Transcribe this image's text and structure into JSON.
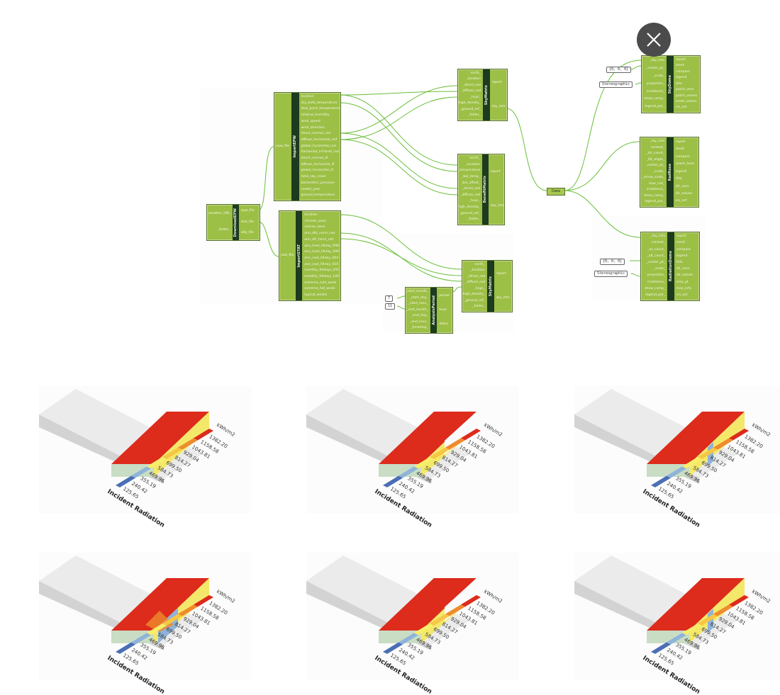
{
  "close_icon": "close-icon",
  "colors": {
    "component_green": "#9cbf45",
    "component_band": "#1d3b1f",
    "wire_green": "#6abf3a",
    "gradient": [
      "#4a6fb5",
      "#8fb3d9",
      "#f7ee6a",
      "#f6c744",
      "#ef8b2c",
      "#dd2b1c"
    ]
  },
  "components": {
    "download_epw": {
      "title": "DownloadEPW",
      "inputs": [
        "_weather_URL",
        "_folder_"
      ],
      "outputs": [
        "epw_file",
        "stat_file",
        "ddy_file"
      ]
    },
    "import_epw": {
      "title": "ImportEPW",
      "inputs": [
        "_epw_file"
      ],
      "outputs": [
        "location",
        "dry_bulb_temperature",
        "dew_point_temperature",
        "relative_humidity",
        "wind_speed",
        "wind_direction",
        "direct_normal_rad",
        "diffuse_horizontal_rad",
        "global_horizontal_rad",
        "horizontal_infrared_rad",
        "direct_normal_ill",
        "diffuse_horizontal_ill",
        "global_horizontal_ill",
        "total_sky_cover",
        "barometric_pressure",
        "model_year",
        "ground_temperature"
      ]
    },
    "import_stat": {
      "title": "ImportSTAT",
      "inputs": [
        "_stat_file"
      ],
      "outputs": [
        "location",
        "climate_zone",
        "ashrae_zone",
        "ann_dbt_norm_rad",
        "ann_dfr_horiz_rad",
        "ann_heat_04day_996",
        "ann_heat_04day_990",
        "ann_cool_04day_004",
        "ann_cool_04day_010",
        "monthly_04days_050",
        "monthly_04days_100",
        "extreme_cold_week",
        "extreme_hot_week",
        "typical_weeks"
      ]
    },
    "sky_matrix_top": {
      "title": "SkyMatrix",
      "inputs": [
        "north_",
        "_location",
        "_direct_rad",
        "_diffuse_rad",
        "_hoys_",
        "high_density_",
        "_ground_ref_",
        "_folder_"
      ],
      "outputs": [
        "report",
        "sky_mtx"
      ]
    },
    "benefit_matrix": {
      "title": "BenefitMatrix",
      "inputs": [
        "north_",
        "_location",
        "_temperature",
        "_bal_temp_",
        "_bal_offset_",
        "_direct_rad",
        "_diffuse_rad",
        "_hoys_",
        "high_density_",
        "_ground_ref_",
        "_folder_"
      ],
      "outputs": [
        "report",
        "sky_mtx"
      ]
    },
    "analysis_period": {
      "title": "AnalysisPeriod",
      "inputs": [
        "_start_month_",
        "_start_day_",
        "_start_hour_",
        "_end_month_",
        "_end_day_",
        "_end_hour_",
        "_timestep_"
      ],
      "outputs": [
        "period",
        "hoys",
        "dates"
      ]
    },
    "sky_matrix_bottom": {
      "title": "SkyMatrix",
      "inputs": [
        "north_",
        "_location",
        "_direct_rad",
        "_diffuse_rad",
        "_hoys_",
        "high_density_",
        "_ground_ref_",
        "_folder_"
      ],
      "outputs": [
        "report",
        "sky_mtx"
      ]
    },
    "sky_dome": {
      "title": "SkyDome",
      "inputs": [
        "_sky_mtx",
        "_center_pt_",
        "_scale_",
        "projection_",
        "irradiance_",
        "show_comp_",
        "legend_par_"
      ],
      "outputs": [
        "report",
        "mesh",
        "compass",
        "legend",
        "title",
        "patch_vecs",
        "patch_values",
        "mesh_values",
        "vis_set"
      ]
    },
    "rad_rose": {
      "title": "RadRose",
      "inputs": [
        "_sky_mtx",
        "context_",
        "_dir_count_",
        "_tilt_angle_",
        "_center_pt_",
        "_scale_",
        "_arrow_scale_",
        "max_rad_",
        "irradiance_",
        "show_comp_",
        "legend_par_"
      ],
      "outputs": [
        "report",
        "mesh",
        "compass",
        "orient_lines",
        "legend",
        "title",
        "dir_vecs",
        "dir_values",
        "vis_set"
      ]
    },
    "radiation_dome": {
      "title": "RadiationDome",
      "inputs": [
        "_sky_mtx",
        "context_",
        "_az_count_",
        "_alt_count_",
        "_center_pt_",
        "_scale_",
        "projection_",
        "irradiance_",
        "show_comp_",
        "legend_par_"
      ],
      "outputs": [
        "report",
        "mesh",
        "compass",
        "legend",
        "title",
        "dir_vecs",
        "dir_values",
        "max_pt",
        "max_info",
        "vis_set"
      ]
    }
  },
  "params": {
    "center_top": "{0, 0, 0}",
    "proj_top": "Stereographic",
    "center_bottom": "{0, 0, 0}",
    "proj_bottom": "Stereographic",
    "start_month": "7",
    "end_month": "11",
    "data_node": "Data"
  },
  "panels": [
    {
      "legend_title": "Incident Radiation",
      "unit": "kWh/m2",
      "ticks": [
        "1382.20",
        "1158.58",
        "1043.81",
        "929.04",
        "814.27",
        "699.50",
        "584.73",
        "469.96",
        "355.19",
        "240.42",
        "125.65"
      ]
    },
    {
      "legend_title": "Incident Radiation",
      "unit": "kWh/m2",
      "ticks": [
        "1382.20",
        "1158.58",
        "1043.81",
        "929.04",
        "814.27",
        "699.50",
        "584.73",
        "469.96",
        "355.19",
        "240.42",
        "125.65"
      ]
    },
    {
      "legend_title": "Incident Radiation",
      "unit": "kWh/m2",
      "ticks": [
        "1382.20",
        "1158.58",
        "1043.81",
        "929.04",
        "814.27",
        "699.50",
        "584.73",
        "469.96",
        "355.19",
        "240.42",
        "125.65"
      ]
    },
    {
      "legend_title": "Incident Radiation",
      "unit": "kWh/m2",
      "ticks": [
        "1382.20",
        "1158.58",
        "1043.81",
        "929.04",
        "814.27",
        "699.50",
        "584.73",
        "469.96",
        "355.19",
        "240.42",
        "125.65"
      ]
    },
    {
      "legend_title": "Incident Radiation",
      "unit": "kWh/m2",
      "ticks": [
        "1382.20",
        "1158.58",
        "1043.81",
        "929.04",
        "814.27",
        "699.50",
        "584.73",
        "469.96",
        "355.19",
        "240.42",
        "125.65"
      ]
    },
    {
      "legend_title": "Incident Radiation",
      "unit": "kWh/m2",
      "ticks": [
        "1382.20",
        "1158.58",
        "1043.81",
        "929.04",
        "814.27",
        "699.50",
        "584.73",
        "469.96",
        "355.19",
        "240.42",
        "125.65"
      ]
    }
  ]
}
